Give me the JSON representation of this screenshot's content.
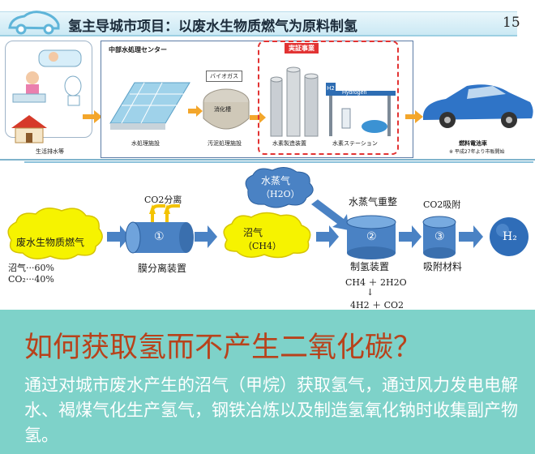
{
  "header": {
    "title": "氢主导城市项目：以废水生物质燃气为原料制氢",
    "page_number": "15"
  },
  "photo": {
    "center_name": "中部水処理センター",
    "source_label": "生活排水等",
    "water_facility": "水処理施設",
    "biogas_label": "バイオガス",
    "digester_label": "消化槽",
    "sludge_facility": "汚泥処理施設",
    "demo_badge": "実証事業",
    "h2_plant": "水素製造装置",
    "h2_station": "水素ステーション",
    "station_sign": "H2",
    "station_brand": "Hydrogen",
    "car_title": "燃料電池車",
    "car_note": "※ 平成27年より市販開始"
  },
  "diagram": {
    "feed_label": "废水生物质燃气",
    "feed_comp_1": "沼气···60%",
    "feed_comp_2": "CO₂···40%",
    "co2_sep_label": "CO2分离",
    "step1_num": "①",
    "step1_label": "膜分离装置",
    "biogas_label_1": "沼气",
    "biogas_label_2": "（CH4）",
    "steam_label_1": "水蒸气",
    "steam_label_2": "（H2O）",
    "reforming_label": "水蒸气重整",
    "step2_num": "②",
    "step2_label": "制氢装置",
    "reaction_in": "CH4 ＋ 2H2O",
    "reaction_arrow": "↓",
    "reaction_out": "4H2 ＋ CO2",
    "co2_ads_label": "CO2吸附",
    "step3_num": "③",
    "step3_label": "吸附材料",
    "product": "H₂"
  },
  "bottom": {
    "question": "如何获取氢而不产生二氧化碳？",
    "body": "通过对城市废水产生的沼气（甲烷）获取氢气，通过风力发电电解水、褐煤气化生产氢气，钢铁冶炼以及制造氢氧化钠时收集副产物氢。"
  },
  "colors": {
    "accent_blue": "#4a82c4",
    "cloud_yellow": "#f6f300",
    "bottom_bg": "#7ed2c9",
    "question_red": "#b8421b",
    "demo_red": "#e23333"
  }
}
